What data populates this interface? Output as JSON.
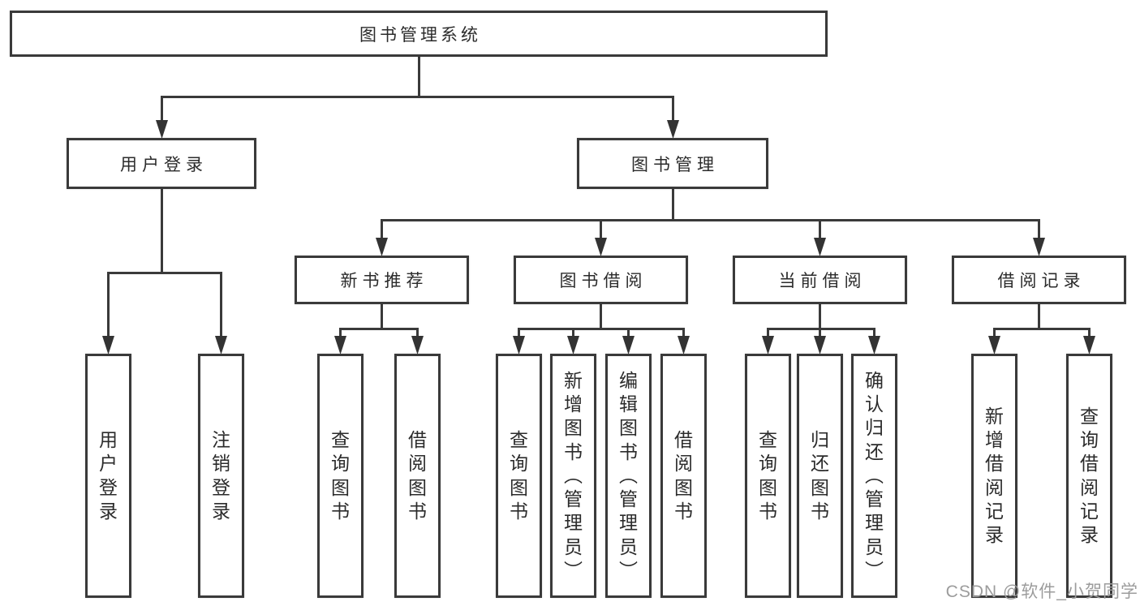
{
  "diagram": {
    "root": {
      "label": "图书管理系统"
    },
    "user_login": {
      "label": "用户登录",
      "children": [
        {
          "label": "用户登录"
        },
        {
          "label": "注销登录"
        }
      ]
    },
    "book_mgmt": {
      "label": "图书管理",
      "sections": [
        {
          "label": "新书推荐",
          "children": [
            {
              "label": "查询图书"
            },
            {
              "label": "借阅图书"
            }
          ]
        },
        {
          "label": "图书借阅",
          "children": [
            {
              "label": "查询图书"
            },
            {
              "label": "新增图书（管理员）"
            },
            {
              "label": "编辑图书（管理员）"
            },
            {
              "label": "借阅图书"
            }
          ]
        },
        {
          "label": "当前借阅",
          "children": [
            {
              "label": "查询图书"
            },
            {
              "label": "归还图书"
            },
            {
              "label": "确认归还（管理员）"
            }
          ]
        },
        {
          "label": "借阅记录",
          "children": [
            {
              "label": "新增借阅记录"
            },
            {
              "label": "查询借阅记录"
            }
          ]
        }
      ]
    },
    "watermark": "CSDN @软件_小贺同学",
    "colors": {
      "line": "#3a3a3a",
      "border": "#3a3a3a",
      "text": "#2b2b2b",
      "watermark": "#9c9c9c"
    }
  }
}
